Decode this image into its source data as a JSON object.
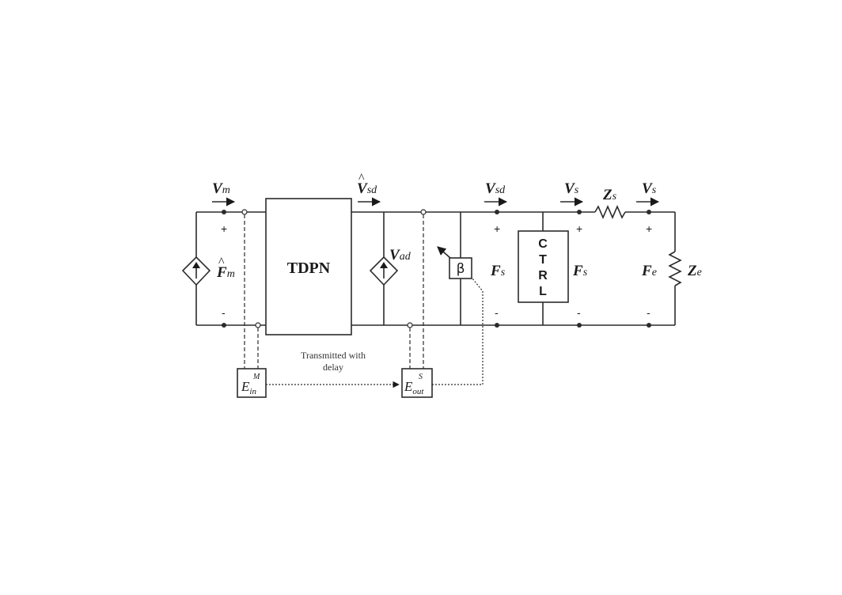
{
  "labels": {
    "vm_main": "V",
    "vm_sub": "m",
    "vsd_hat_main": "V",
    "vsd_hat_sub": "sd",
    "vsd_main": "V",
    "vsd_sub": "sd",
    "vs1_main": "V",
    "vs1_sub": "s",
    "zs_main": "Z",
    "zs_sub": "s",
    "vs2_main": "V",
    "vs2_sub": "s",
    "fm_main": "F",
    "fm_sub": "m",
    "vad_main": "V",
    "vad_sub": "ad",
    "fs1_main": "F",
    "fs1_sub": "s",
    "fs2_main": "F",
    "fs2_sub": "s",
    "fe_main": "F",
    "fe_sub": "e",
    "ze_main": "Z",
    "ze_sub": "e"
  },
  "blocks": {
    "tdpn": "TDPN",
    "ctrl": [
      "C",
      "T",
      "R",
      "L"
    ],
    "beta": "β",
    "ein_main": "E",
    "ein_sub": "in",
    "ein_sup": "M",
    "eout_main": "E",
    "eout_sub": "out",
    "eout_sup": "S"
  },
  "note": {
    "line1": "Transmitted with",
    "line2": "delay"
  },
  "signs": {
    "plus": "+",
    "minus": "-"
  }
}
